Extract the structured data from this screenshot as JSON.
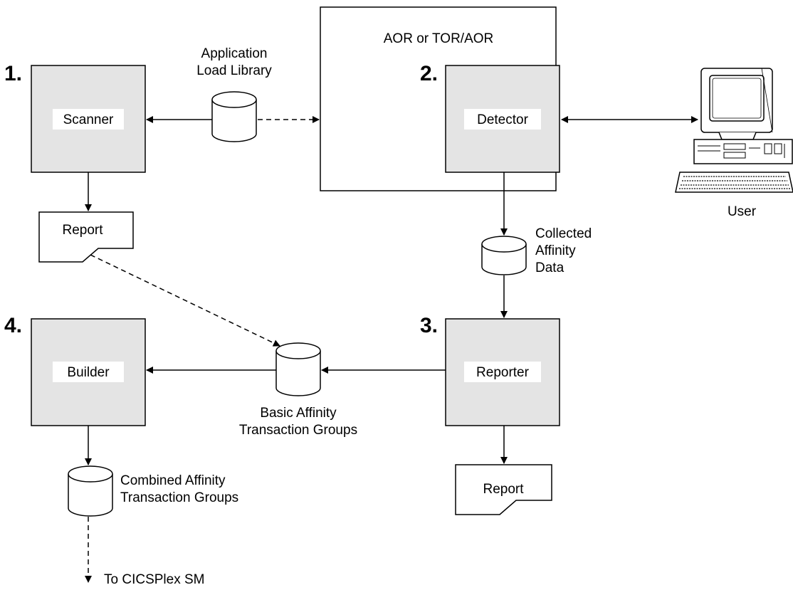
{
  "container": {
    "label": "AOR or TOR/AOR"
  },
  "components": {
    "scanner": {
      "number": "1.",
      "label": "Scanner"
    },
    "detector": {
      "number": "2.",
      "label": "Detector"
    },
    "reporter": {
      "number": "3.",
      "label": "Reporter"
    },
    "builder": {
      "number": "4.",
      "label": "Builder"
    }
  },
  "datastores": {
    "load_library": {
      "lines": [
        "Application",
        "Load Library"
      ]
    },
    "collected": {
      "lines": [
        "Collected",
        "Affinity",
        "Data"
      ]
    },
    "basic": {
      "lines": [
        "Basic Affinity",
        "Transaction Groups"
      ]
    },
    "combined": {
      "lines": [
        "Combined Affinity",
        "Transaction Groups"
      ]
    }
  },
  "reports": {
    "scanner_report": {
      "label": "Report"
    },
    "reporter_report": {
      "label": "Report"
    }
  },
  "user": {
    "label": "User"
  },
  "output": {
    "label": "To CICSPlex SM"
  }
}
